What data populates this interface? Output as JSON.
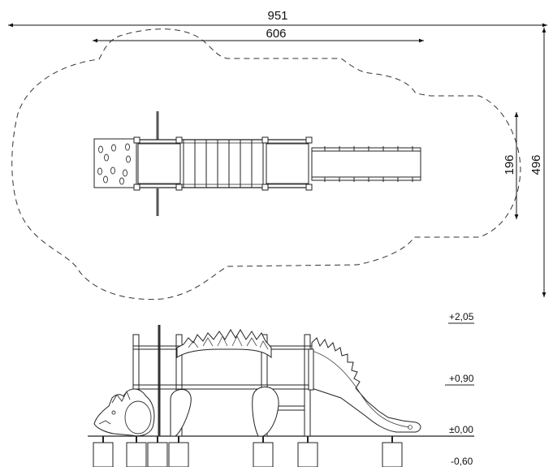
{
  "plan": {
    "overall_length": "951",
    "equipment_length": "606",
    "equipment_width": "196",
    "overall_width": "496"
  },
  "elevation": {
    "levels": [
      "+2,05",
      "+0,90",
      "±0,00",
      "-0,60"
    ]
  },
  "colors": {
    "line": "#222222",
    "dash": "#333333",
    "background": "#ffffff"
  }
}
